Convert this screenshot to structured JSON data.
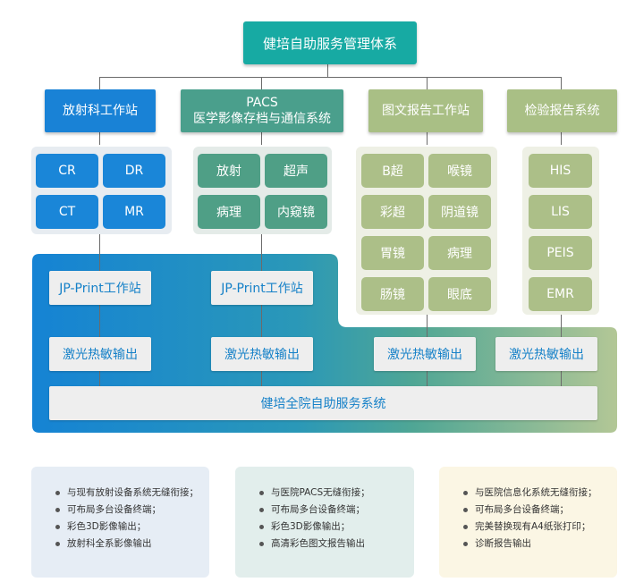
{
  "title": "健培自助服务管理体系",
  "systems": [
    {
      "name": "放射科工作站",
      "cells": [
        "CR",
        "DR",
        "CT",
        "MR"
      ]
    },
    {
      "name_line1": "PACS",
      "name_line2": "医学影像存档与通信系统",
      "cells": [
        "放射",
        "超声",
        "病理",
        "内窥镜"
      ]
    },
    {
      "name": "图文报告工作站",
      "cells": [
        "B超",
        "喉镜",
        "彩超",
        "阴道镜",
        "胃镜",
        "病理",
        "肠镜",
        "眼底"
      ]
    },
    {
      "name": "检验报告系统",
      "cells": [
        "HIS",
        "LIS",
        "PEIS",
        "EMR"
      ]
    }
  ],
  "workstation_label": "JP-Print工作站",
  "output_label": "激光热敏输出",
  "bottom_system": "健培全院自助服务系统",
  "cards": [
    {
      "items": [
        "与现有放射设备系统无缝衔接；",
        "可布局多台设备终端；",
        "彩色3D影像输出；",
        "放射科全系影像输出"
      ]
    },
    {
      "items": [
        "与医院PACS无缝衔接；",
        "可布局多台设备终端；",
        "彩色3D影像输出；",
        "高清彩色图文报告输出"
      ]
    },
    {
      "items": [
        "与医院信息化系统无缝衔接；",
        "可布局多台设备终端；",
        "完美替换现有A4纸张打印；",
        "诊断报告输出"
      ]
    }
  ],
  "colors": {
    "title": "#17aaa3",
    "blue": "#1982d6",
    "teal": "#4a9f8c",
    "olive": "#a9bf85"
  }
}
